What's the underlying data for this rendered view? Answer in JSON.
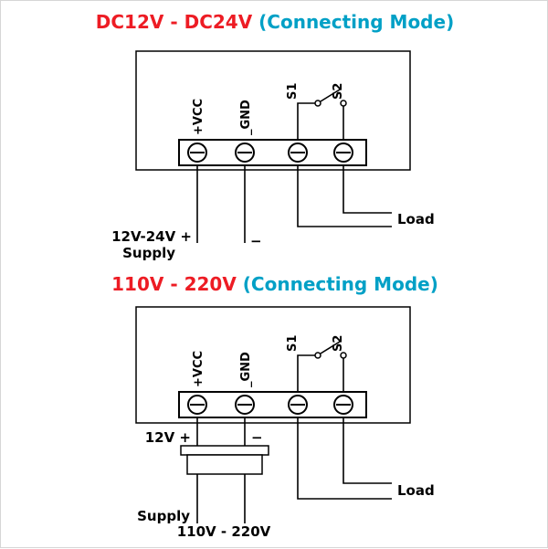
{
  "colors": {
    "red": "#ed1c24",
    "cyan": "#00a0c6",
    "wire": "#000000"
  },
  "diagram_dc": {
    "title_main": "DC12V - DC24V",
    "title_suffix": " (Connecting Mode)",
    "terminals": [
      "+VCC",
      "_GND",
      "S1",
      "S2"
    ],
    "load_label": "Load",
    "supply_positive_label": "12V-24V +",
    "supply_label": "Supply",
    "minus_label": "−"
  },
  "diagram_ac": {
    "title_main": "110V - 220V",
    "title_suffix": " (Connecting Mode)",
    "terminals": [
      "+VCC",
      "_GND",
      "S1",
      "S2"
    ],
    "load_label": "Load",
    "adapter_output_label": "12V +",
    "minus_label": "−",
    "supply_label": "Supply",
    "supply_voltage_label": "110V - 220V"
  }
}
